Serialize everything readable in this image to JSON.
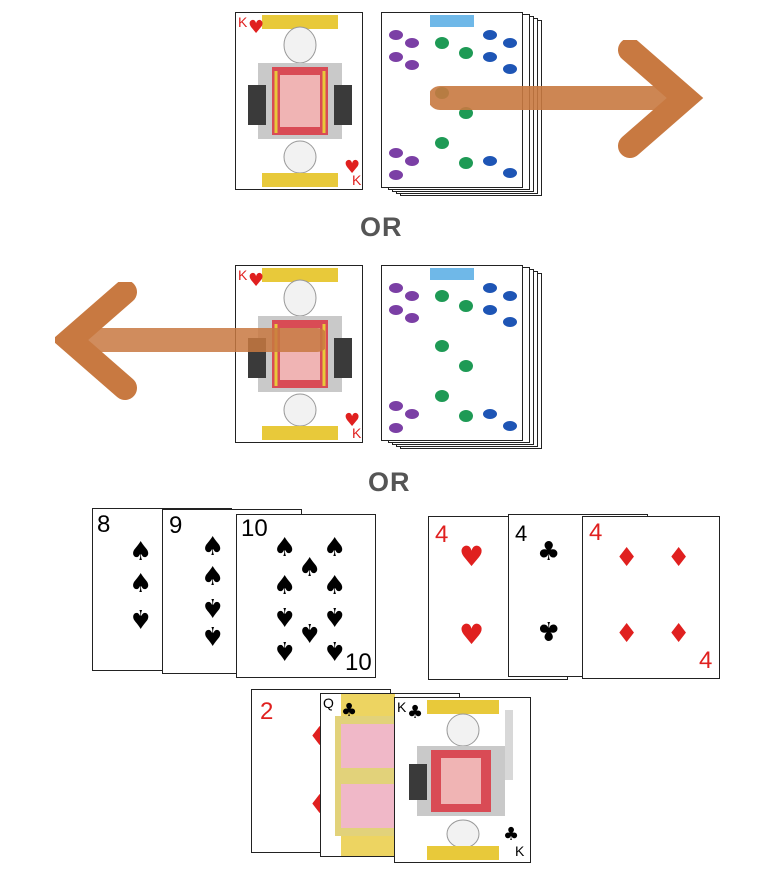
{
  "separators": {
    "first": "OR",
    "second": "OR"
  },
  "top_row": {
    "face_card": {
      "rank": "K",
      "suit": "♥"
    },
    "direction": "right"
  },
  "middle_row": {
    "face_card": {
      "rank": "K",
      "suit": "♥"
    },
    "direction": "left"
  },
  "spade_run": [
    {
      "rank": "8",
      "suit": "♠"
    },
    {
      "rank": "9",
      "suit": "♠"
    },
    {
      "rank": "10",
      "suit": "♠"
    }
  ],
  "four_set": [
    {
      "rank": "4",
      "suit": "♥"
    },
    {
      "rank": "4",
      "suit": "♣"
    },
    {
      "rank": "4",
      "suit": "♦"
    }
  ],
  "mixed_trio": [
    {
      "rank": "2",
      "suit": "♦"
    },
    {
      "rank": "Q",
      "suit": "♣"
    },
    {
      "rank": "K",
      "suit": "♣"
    }
  ],
  "colors": {
    "arrow": "#c87941",
    "red_suit": "#e0201f",
    "separator_text": "#555555"
  }
}
